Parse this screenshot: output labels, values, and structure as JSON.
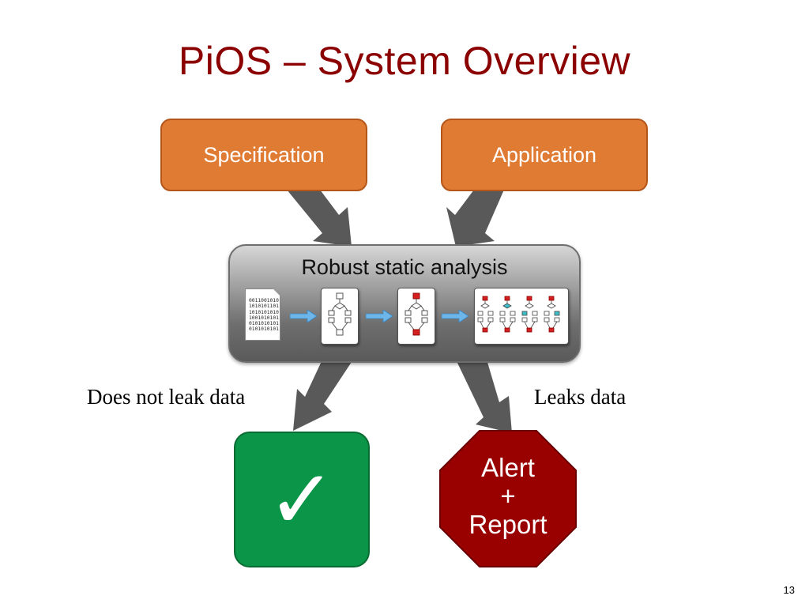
{
  "slide": {
    "title": "PiOS – System Overview",
    "page_number": "13"
  },
  "inputs": {
    "specification": "Specification",
    "application": "Application"
  },
  "analysis": {
    "label": "Robust static analysis",
    "binary_lines": [
      "0011001010",
      "1010101101",
      "1010101010",
      "1001010101",
      "0101010101",
      "0101010101"
    ]
  },
  "outcomes": {
    "no_leak_label": "Does not leak data",
    "leak_label": "Leaks data",
    "check_symbol": "✓",
    "alert_lines": [
      "Alert",
      "+",
      "Report"
    ]
  },
  "colors": {
    "title": "#8b0000",
    "input_box": "#e07b33",
    "arrow": "#595959",
    "check_box": "#0a9548",
    "alert": "#990000",
    "flow_arrow": "#6cb6ea"
  },
  "icons": [
    "binary-document-icon",
    "flow-arrow-icon",
    "flowchart-icon",
    "flowchart-highlighted-icon",
    "flowchart-set-icon",
    "check-icon",
    "stop-octagon-icon"
  ]
}
